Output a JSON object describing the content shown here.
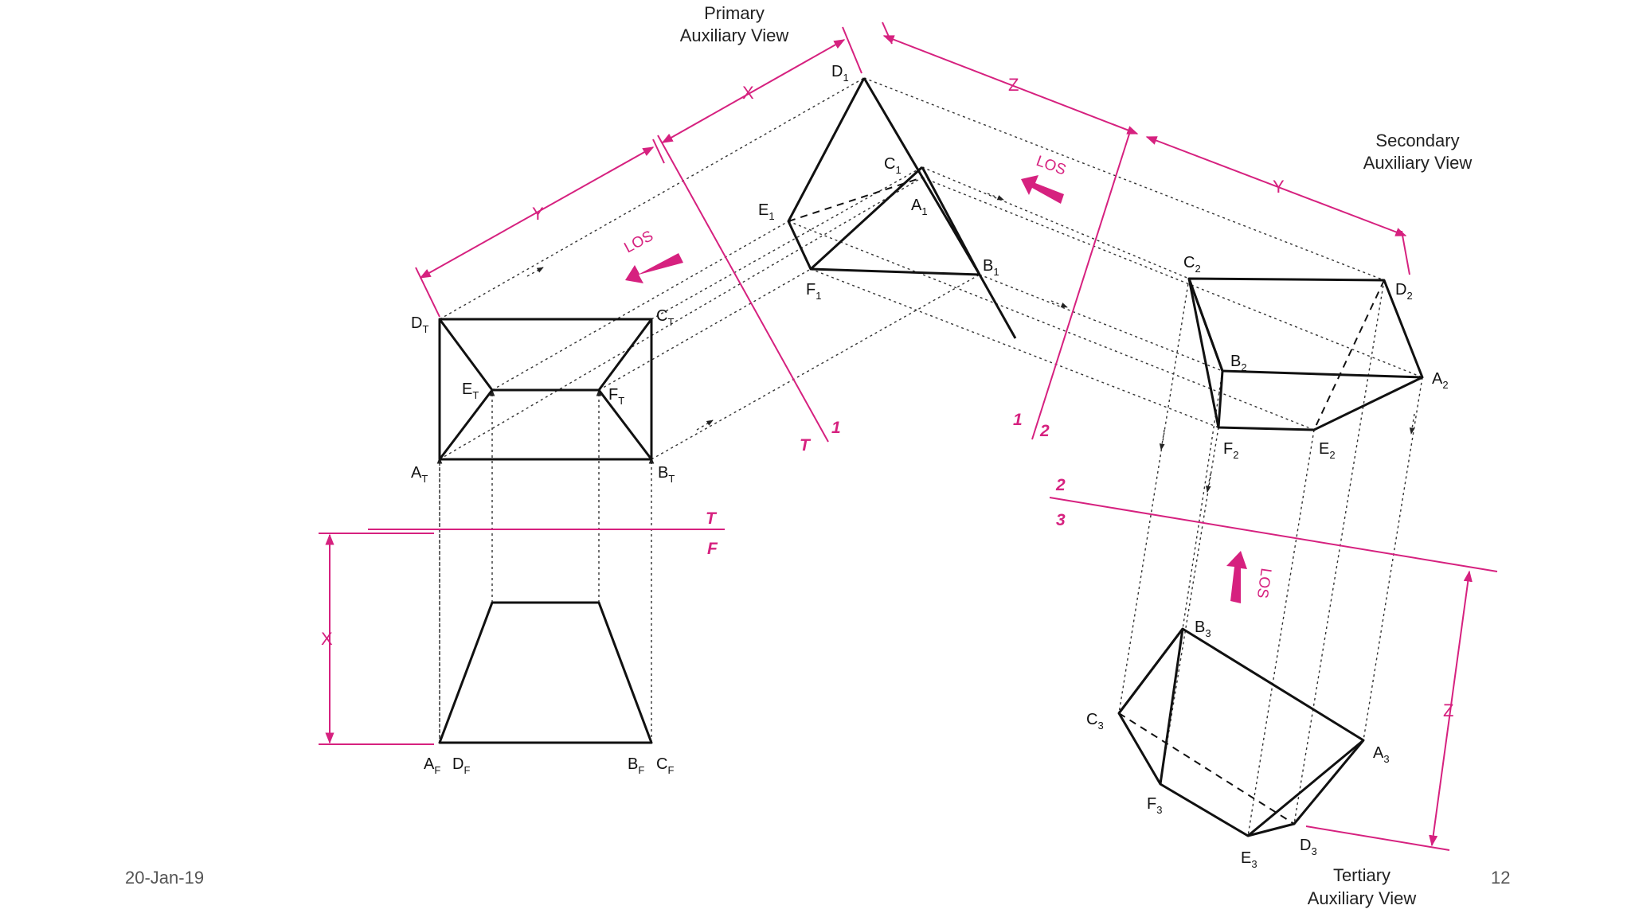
{
  "footer": {
    "date": "20-Jan-19",
    "page_number": "12"
  },
  "view_titles": {
    "primary": [
      "Primary",
      "Auxiliary View"
    ],
    "secondary": [
      "Secondary",
      "Auxiliary View"
    ],
    "tertiary": [
      "Tertiary",
      "Auxiliary View"
    ]
  },
  "fold_labels": {
    "t_top": "T",
    "t_1": "T",
    "one_t": "1",
    "f": "F",
    "one_2a": "1",
    "two_1": "2",
    "two_3": "2",
    "three": "3"
  },
  "dimension_labels": {
    "x_front": "X",
    "x_primary": "X",
    "y_primary": "Y",
    "z_primary": "Z",
    "y_secondary": "Y",
    "z_tertiary": "Z"
  },
  "los_labels": [
    "LOS",
    "LOS",
    "LOS"
  ],
  "colors": {
    "accent": "#d6217f",
    "lines": "#111111"
  },
  "points": {
    "top": [
      {
        "base": "D",
        "sub": "T"
      },
      {
        "base": "C",
        "sub": "T"
      },
      {
        "base": "E",
        "sub": "T"
      },
      {
        "base": "F",
        "sub": "T"
      },
      {
        "base": "A",
        "sub": "T"
      },
      {
        "base": "B",
        "sub": "T"
      }
    ],
    "front": [
      {
        "base": "A",
        "sub": "F"
      },
      {
        "base": "D",
        "sub": "F"
      },
      {
        "base": "B",
        "sub": "F"
      },
      {
        "base": "C",
        "sub": "F"
      }
    ],
    "primary": [
      {
        "base": "D",
        "sub": "1"
      },
      {
        "base": "C",
        "sub": "1"
      },
      {
        "base": "A",
        "sub": "1"
      },
      {
        "base": "E",
        "sub": "1"
      },
      {
        "base": "F",
        "sub": "1"
      },
      {
        "base": "B",
        "sub": "1"
      }
    ],
    "secondary": [
      {
        "base": "C",
        "sub": "2"
      },
      {
        "base": "D",
        "sub": "2"
      },
      {
        "base": "B",
        "sub": "2"
      },
      {
        "base": "A",
        "sub": "2"
      },
      {
        "base": "F",
        "sub": "2"
      },
      {
        "base": "E",
        "sub": "2"
      }
    ],
    "tertiary": [
      {
        "base": "B",
        "sub": "3"
      },
      {
        "base": "C",
        "sub": "3"
      },
      {
        "base": "A",
        "sub": "3"
      },
      {
        "base": "F",
        "sub": "3"
      },
      {
        "base": "E",
        "sub": "3"
      },
      {
        "base": "D",
        "sub": "3"
      }
    ]
  }
}
